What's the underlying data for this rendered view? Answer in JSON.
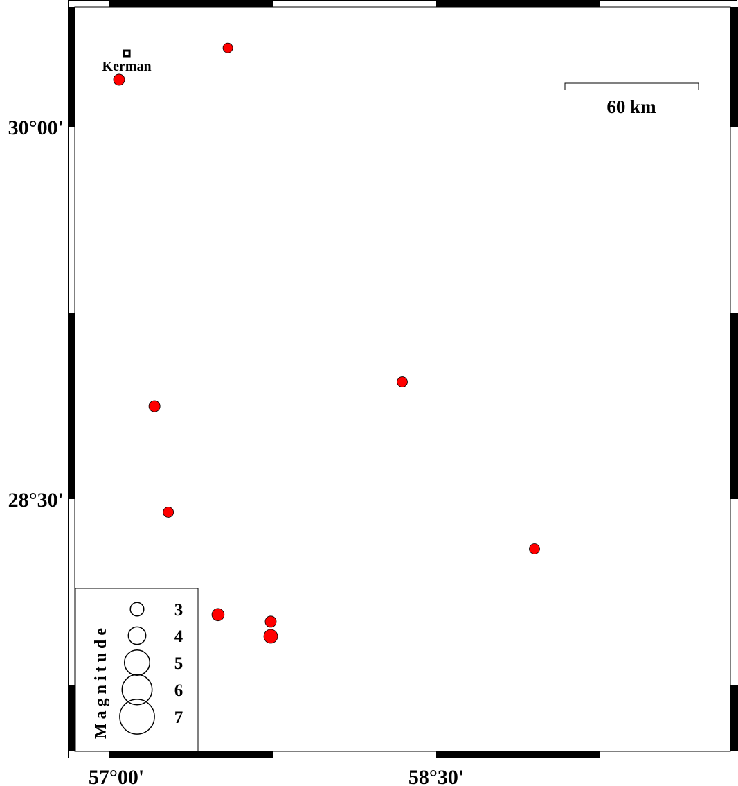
{
  "map": {
    "lon_ticks": [
      {
        "value": 57.0,
        "label": "57°00'"
      },
      {
        "value": 58.5,
        "label": "58°30'"
      }
    ],
    "lat_ticks": [
      {
        "value": 30.0,
        "label": "30°00'"
      },
      {
        "value": 28.5,
        "label": "28°30'"
      }
    ],
    "scale_bar": {
      "label": "60 km",
      "length_km": 60
    },
    "city": {
      "name": "Kerman",
      "lon": 57.049,
      "lat": 30.296
    },
    "quake_color": "#ff0000",
    "earthquakes": [
      {
        "lon": 57.013,
        "lat": 30.19,
        "mag": 2.5
      },
      {
        "lon": 57.523,
        "lat": 30.318,
        "mag": 2.0
      },
      {
        "lon": 57.179,
        "lat": 28.874,
        "mag": 2.5
      },
      {
        "lon": 57.244,
        "lat": 28.447,
        "mag": 2.3
      },
      {
        "lon": 57.477,
        "lat": 28.034,
        "mag": 2.8
      },
      {
        "lon": 57.724,
        "lat": 28.006,
        "mag": 2.5
      },
      {
        "lon": 57.724,
        "lat": 27.947,
        "mag": 3.2
      },
      {
        "lon": 58.341,
        "lat": 28.972,
        "mag": 2.3
      },
      {
        "lon": 58.961,
        "lat": 28.299,
        "mag": 2.3
      }
    ]
  },
  "legend": {
    "title": "Magnitude",
    "entries": [
      {
        "mag": 3,
        "label": "3"
      },
      {
        "mag": 4,
        "label": "4"
      },
      {
        "mag": 5,
        "label": "5"
      },
      {
        "mag": 6,
        "label": "6"
      },
      {
        "mag": 7,
        "label": "7"
      }
    ]
  }
}
